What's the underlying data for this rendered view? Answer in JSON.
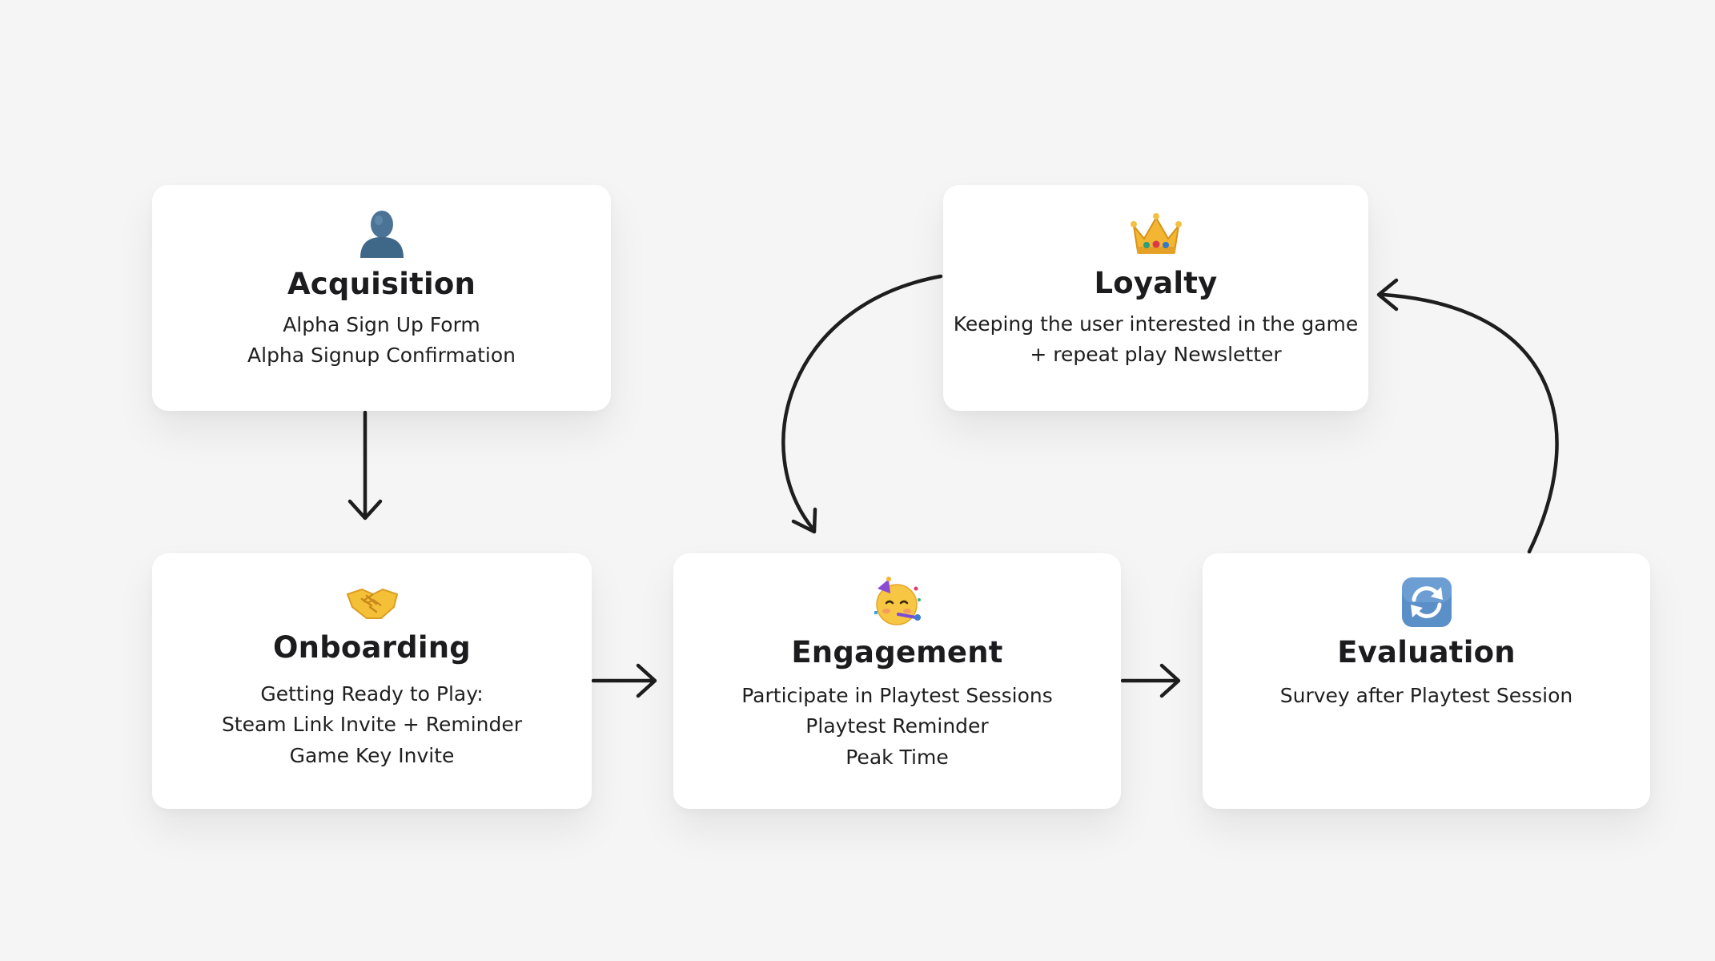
{
  "cards": {
    "acquisition": {
      "icon": "person-silhouette-icon",
      "title": "Acquisition",
      "lines": [
        "Alpha Sign Up Form",
        "Alpha Signup Confirmation"
      ]
    },
    "loyalty": {
      "icon": "crown-icon",
      "title": "Loyalty",
      "lines": [
        "Keeping the user interested in the game",
        "+ repeat play Newsletter"
      ]
    },
    "onboarding": {
      "icon": "handshake-icon",
      "title": "Onboarding",
      "lines": [
        "Getting Ready to Play:",
        "Steam Link Invite + Reminder",
        "Game Key Invite"
      ]
    },
    "engagement": {
      "icon": "partying-face-icon",
      "title": "Engagement",
      "lines": [
        "Participate in Playtest Sessions",
        "Playtest Reminder",
        "Peak Time"
      ]
    },
    "evaluation": {
      "icon": "refresh-arrows-icon",
      "title": "Evaluation",
      "lines": [
        "Survey after Playtest Session"
      ]
    }
  },
  "colors": {
    "background": "#f5f5f5",
    "card": "#ffffff",
    "arrow": "#1e1e1e",
    "text": "#1e1e1e"
  }
}
